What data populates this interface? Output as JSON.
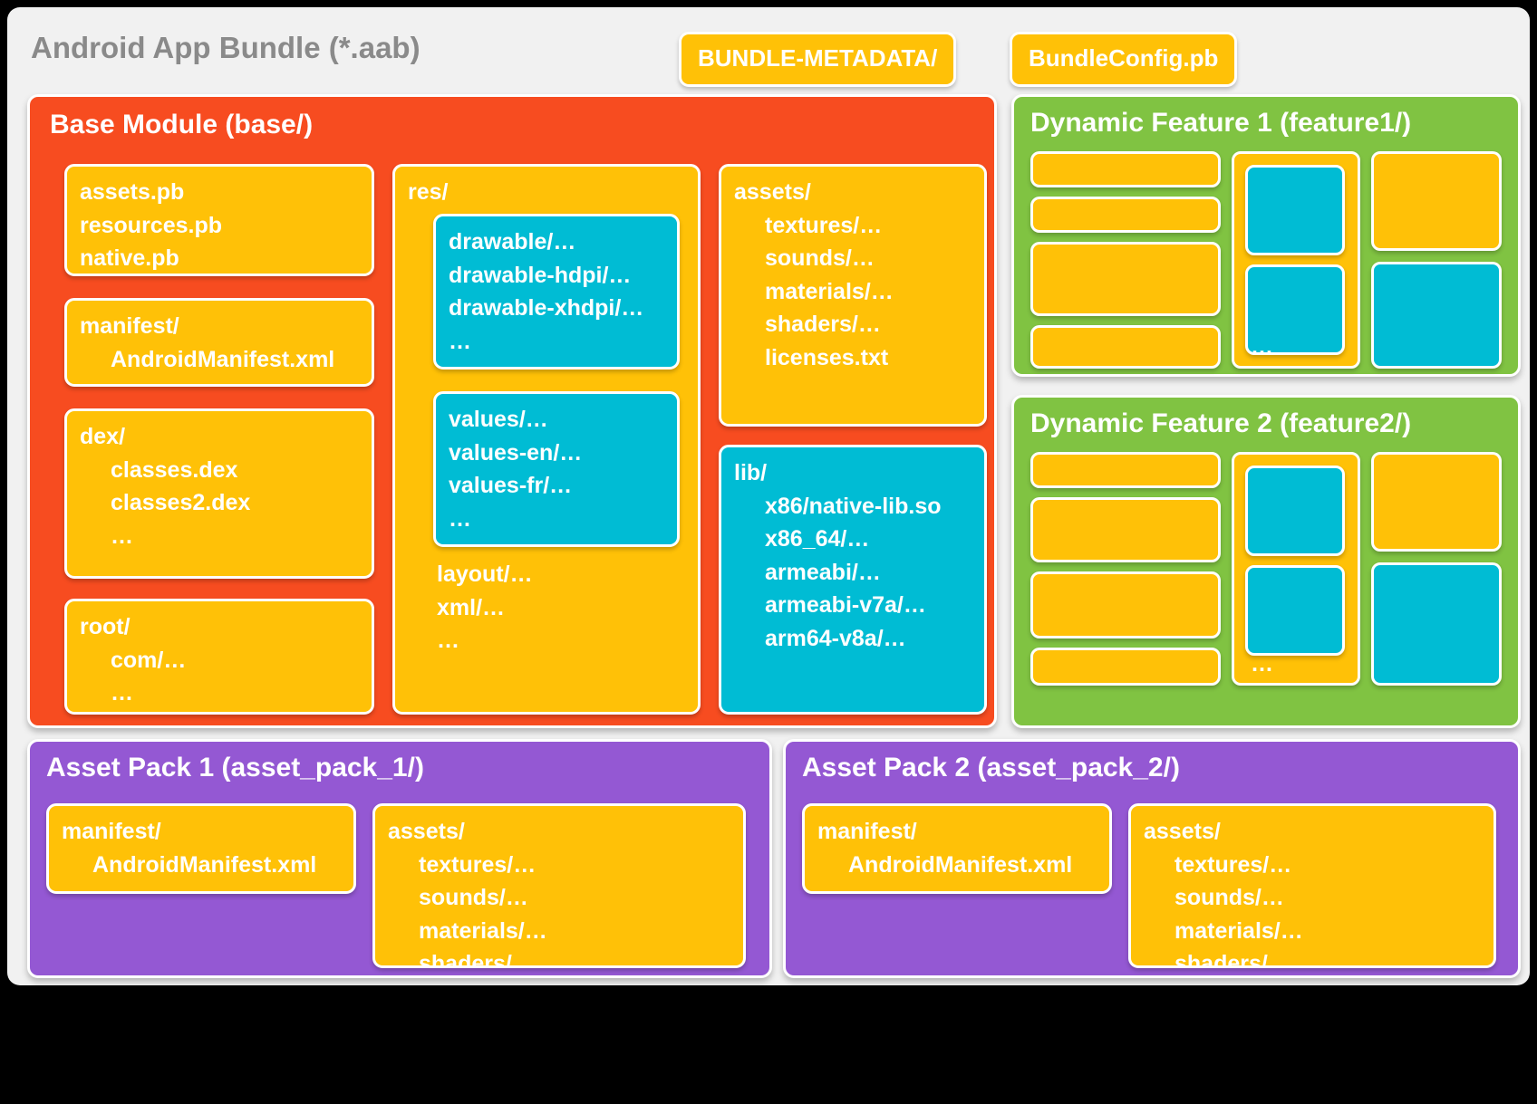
{
  "bundle": {
    "title": "Android App Bundle (*.aab)",
    "metadata_chips": [
      "BUNDLE-METADATA/",
      "BundleConfig.pb"
    ]
  },
  "base_module": {
    "title": "Base Module (base/)",
    "boxes": {
      "protos": "assets.pb\nresources.pb\nnative.pb",
      "manifest_head": "manifest/",
      "manifest_file": "AndroidManifest.xml",
      "dex_head": "dex/",
      "dex_items": [
        "classes.dex",
        "classes2.dex",
        "…"
      ],
      "root_head": "root/",
      "root_items": [
        "com/…",
        "…"
      ],
      "res_head": "res/",
      "res_drawable": "drawable/…\ndrawable-hdpi/…\ndrawable-xhdpi/…\n…",
      "res_values": "values/…\nvalues-en/…\nvalues-fr/…\n…",
      "res_tail": "layout/…\nxml/…\n…",
      "assets_head": "assets/",
      "assets_items": [
        "textures/…",
        "sounds/…",
        "materials/…",
        "shaders/…",
        "licenses.txt"
      ],
      "lib_head": "lib/",
      "lib_items": [
        "x86/native-lib.so",
        "x86_64/…",
        "armeabi/…",
        "armeabi-v7a/…",
        "arm64-v8a/…"
      ]
    }
  },
  "dynamic_features": [
    {
      "title": "Dynamic Feature 1 (feature1/)",
      "ellipsis": "…"
    },
    {
      "title": "Dynamic Feature 2 (feature2/)",
      "ellipsis": "…"
    }
  ],
  "asset_packs": [
    {
      "title": "Asset Pack 1 (asset_pack_1/)",
      "manifest_head": "manifest/",
      "manifest_file": "AndroidManifest.xml",
      "assets_head": "assets/",
      "assets_items": [
        "textures/…",
        "sounds/…",
        "materials/…",
        "shaders/…"
      ]
    },
    {
      "title": "Asset Pack 2 (asset_pack_2/)",
      "manifest_head": "manifest/",
      "manifest_file": "AndroidManifest.xml",
      "assets_head": "assets/",
      "assets_items": [
        "textures/…",
        "sounds/…",
        "materials/…",
        "shaders/…"
      ]
    }
  ],
  "colors": {
    "card_background": "#f1f1f1",
    "base_module": "#f74c20",
    "yellow_box": "#ffc107",
    "cyan_box": "#00bcd4",
    "dynamic_feature": "#80c342",
    "asset_pack": "#9458d3",
    "title_text": "#8a8a8a",
    "page_background": "#000000"
  }
}
